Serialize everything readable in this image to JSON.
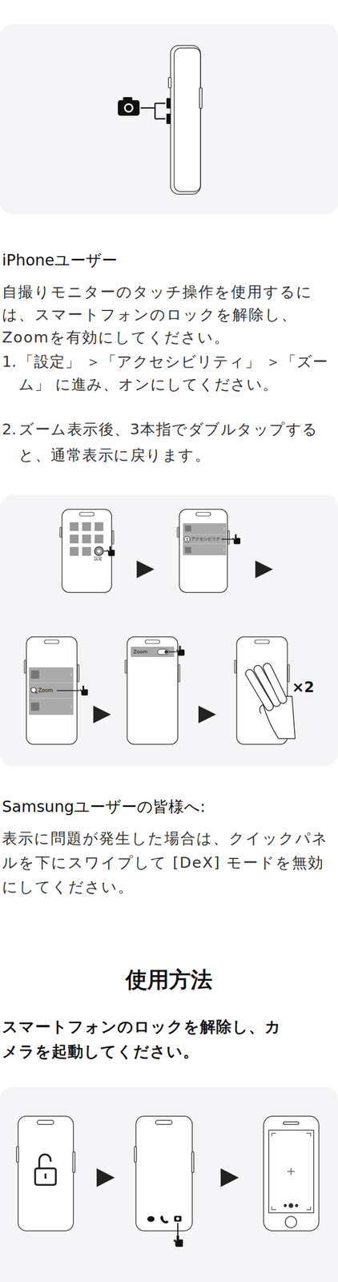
{
  "diagram": {
    "nodes": [
      {
        "text": [
          "設定"
        ]
      },
      {
        "text": [
          "アクセシビリティ"
        ]
      },
      {
        "text": [
          "Zoom"
        ]
      },
      {
        "text": [
          "Zoom"
        ]
      },
      {
        "text": [
          "×2"
        ]
      }
    ],
    "edges": [
      {
        "from": 0,
        "to": 1,
        "arrow": "to"
      },
      {
        "from": 1,
        "to": 2,
        "arrow": "to"
      },
      {
        "from": 2,
        "to": 3,
        "arrow": "to"
      },
      {
        "from": 3,
        "to": 4,
        "arrow": "to"
      }
    ],
    "labels": [
      "iPhoneユーザー",
      "自撮りモニターのタッチ操作を使用するには、スマートフォンのロックを解除し、Zoomを有効にしてください。",
      "1.",
      "「設定」 ＞「アクセシビリティ」 ＞「ズーム」 に進み、オンにしてください。",
      "2.",
      "ズーム表示後、3本指でダブルタップすると、通常表示に戻ります。",
      "Samsungユーザーの皆様へ:",
      "表示に問題が発生した場合は、クイックパネルを下にスワイプして [DeX] モードを無効にしてください。",
      "使用方法",
      "スマートフォンのロックを解除し、カメラを起動してください。"
    ]
  }
}
